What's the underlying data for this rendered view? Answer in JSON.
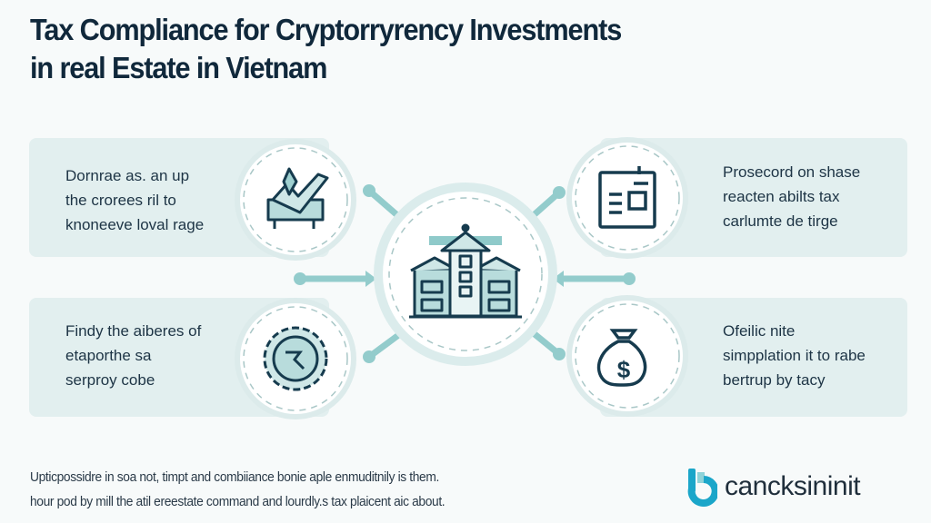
{
  "title": {
    "line1": "Tax Compliance for Cryptorryrency Investments",
    "line2": "in real Estate in Vietnam"
  },
  "cards": [
    {
      "lines": [
        "Dornrae as. an up",
        "the crorees ril to",
        "knoneeve loval rage"
      ],
      "icon": "chart-hand-icon"
    },
    {
      "lines": [
        "Findy the aiberes of",
        "etaporthe sa",
        "serproy cobe"
      ],
      "icon": "gear-coin-icon"
    },
    {
      "lines": [
        "Prosecord on shase",
        "reacten abilts tax",
        "carlumte de tirge"
      ],
      "icon": "document-icon"
    },
    {
      "lines": [
        "Ofeilic nite",
        "simpplation it to rabe",
        "bertrup by tacy"
      ],
      "icon": "money-bag-icon"
    }
  ],
  "center": {
    "icon": "building-icon"
  },
  "footer": {
    "line1": "Upticpossidre in soa not, timpt and combiiance bonie aple enmuditnily is them.",
    "line2": "hour pod by mill the atil ereestate command and lourdly.s tax plaicent aic about."
  },
  "logo": {
    "text": "cancksininit"
  },
  "colors": {
    "card": "#e2efef",
    "accent": "#8fcaca",
    "ink": "#10283b",
    "logo": "#1ba6c9"
  }
}
